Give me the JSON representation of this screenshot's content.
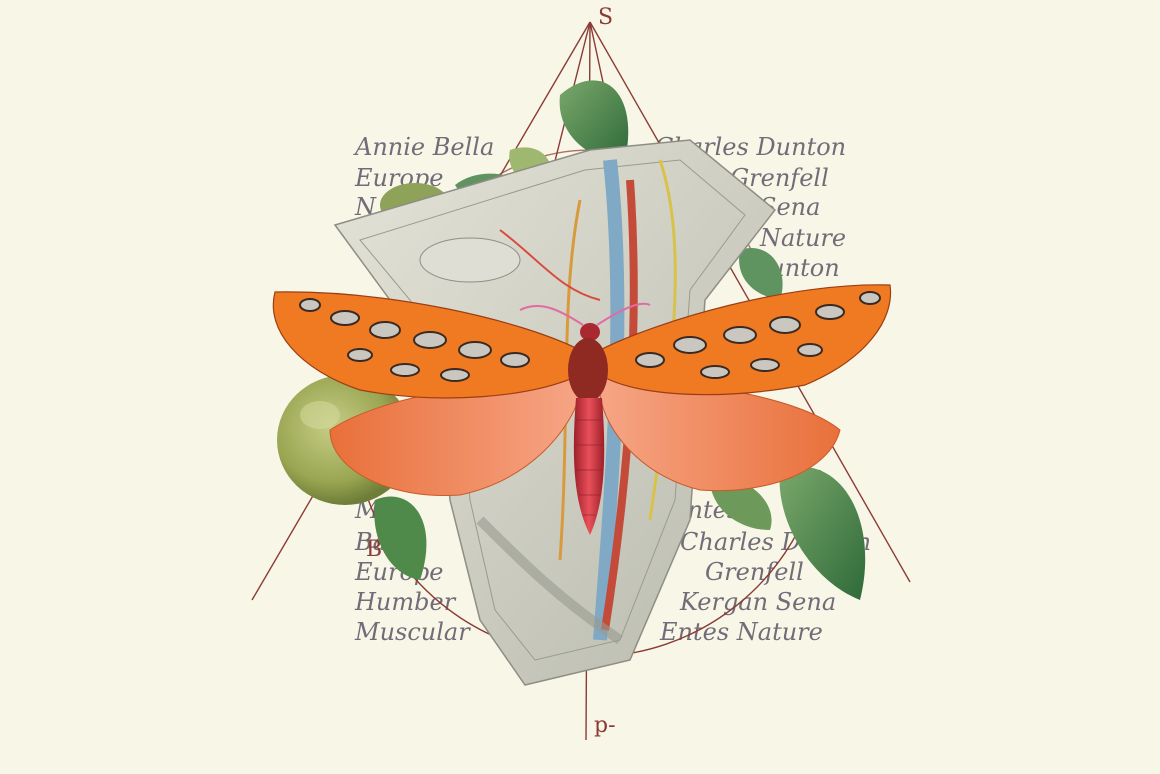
{
  "labels": {
    "top": "S",
    "bottom": "p-",
    "left_letter": "B"
  },
  "script_lines_left": [
    "Annie Bella",
    "Europe",
    "N",
    "M",
    "Ba",
    "Europe",
    "Humber",
    "Muscular"
  ],
  "script_lines_right": [
    "Charles Dunton",
    "Grenfell",
    "Sena",
    "Nature",
    "Dunton",
    "Entes",
    "Charles Dunton",
    "Grenfell",
    "Kergan Sena",
    "Entes Nature"
  ],
  "colors": {
    "background": "#f8f6e6",
    "geometry": "#8a3b36",
    "wing_orange": "#f07a22",
    "hindwing": "#f08e62",
    "body": "#c9323a",
    "leaf": "#4f8a4a",
    "fruit": "#a6b35e",
    "anatomy_gray": "#cfd0c6"
  }
}
